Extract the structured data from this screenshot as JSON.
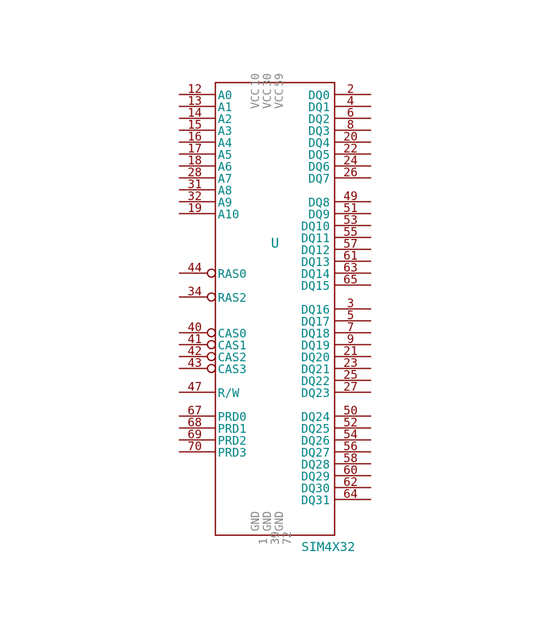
{
  "component": {
    "reference": "U",
    "value": "SIM4X32"
  },
  "colors": {
    "outline": "#840000",
    "pin_number": "#840000",
    "pin_name": "#008484",
    "power_pin": "#848484"
  },
  "left_pins": [
    {
      "num": "12",
      "name": "A0",
      "inverted": false
    },
    {
      "num": "13",
      "name": "A1",
      "inverted": false
    },
    {
      "num": "14",
      "name": "A2",
      "inverted": false
    },
    {
      "num": "15",
      "name": "A3",
      "inverted": false
    },
    {
      "num": "16",
      "name": "A4",
      "inverted": false
    },
    {
      "num": "17",
      "name": "A5",
      "inverted": false
    },
    {
      "num": "18",
      "name": "A6",
      "inverted": false
    },
    {
      "num": "28",
      "name": "A7",
      "inverted": false
    },
    {
      "num": "31",
      "name": "A8",
      "inverted": false
    },
    {
      "num": "32",
      "name": "A9",
      "inverted": false
    },
    {
      "num": "19",
      "name": "A10",
      "inverted": false
    },
    {
      "num": "44",
      "name": "RAS0",
      "inverted": true
    },
    {
      "num": "34",
      "name": "RAS2",
      "inverted": true
    },
    {
      "num": "40",
      "name": "CAS0",
      "inverted": true
    },
    {
      "num": "41",
      "name": "CAS1",
      "inverted": true
    },
    {
      "num": "42",
      "name": "CAS2",
      "inverted": true
    },
    {
      "num": "43",
      "name": "CAS3",
      "inverted": true
    },
    {
      "num": "47",
      "name": "R/W",
      "inverted": false
    },
    {
      "num": "67",
      "name": "PRD0",
      "inverted": false
    },
    {
      "num": "68",
      "name": "PRD1",
      "inverted": false
    },
    {
      "num": "69",
      "name": "PRD2",
      "inverted": false
    },
    {
      "num": "70",
      "name": "PRD3",
      "inverted": false
    }
  ],
  "right_pins": [
    {
      "num": "2",
      "name": "DQ0"
    },
    {
      "num": "4",
      "name": "DQ1"
    },
    {
      "num": "6",
      "name": "DQ2"
    },
    {
      "num": "8",
      "name": "DQ3"
    },
    {
      "num": "20",
      "name": "DQ4"
    },
    {
      "num": "22",
      "name": "DQ5"
    },
    {
      "num": "24",
      "name": "DQ6"
    },
    {
      "num": "26",
      "name": "DQ7"
    },
    {
      "num": "49",
      "name": "DQ8"
    },
    {
      "num": "51",
      "name": "DQ9"
    },
    {
      "num": "53",
      "name": "DQ10"
    },
    {
      "num": "55",
      "name": "DQ11"
    },
    {
      "num": "57",
      "name": "DQ12"
    },
    {
      "num": "61",
      "name": "DQ13"
    },
    {
      "num": "63",
      "name": "DQ14"
    },
    {
      "num": "65",
      "name": "DQ15"
    },
    {
      "num": "3",
      "name": "DQ16"
    },
    {
      "num": "5",
      "name": "DQ17"
    },
    {
      "num": "7",
      "name": "DQ18"
    },
    {
      "num": "9",
      "name": "DQ19"
    },
    {
      "num": "21",
      "name": "DQ20"
    },
    {
      "num": "23",
      "name": "DQ21"
    },
    {
      "num": "25",
      "name": "DQ22"
    },
    {
      "num": "27",
      "name": "DQ23"
    },
    {
      "num": "50",
      "name": "DQ24"
    },
    {
      "num": "52",
      "name": "DQ25"
    },
    {
      "num": "54",
      "name": "DQ26"
    },
    {
      "num": "56",
      "name": "DQ27"
    },
    {
      "num": "58",
      "name": "DQ28"
    },
    {
      "num": "60",
      "name": "DQ29"
    },
    {
      "num": "62",
      "name": "DQ30"
    },
    {
      "num": "64",
      "name": "DQ31"
    }
  ],
  "top_pins": [
    {
      "num": "10",
      "name": "VCC"
    },
    {
      "num": "30",
      "name": "VCC"
    },
    {
      "num": "59",
      "name": "VCC"
    }
  ],
  "bottom_pins": [
    {
      "num": "1",
      "name": "GND"
    },
    {
      "num": "39",
      "name": "GND"
    },
    {
      "num": "72",
      "name": "GND"
    }
  ]
}
